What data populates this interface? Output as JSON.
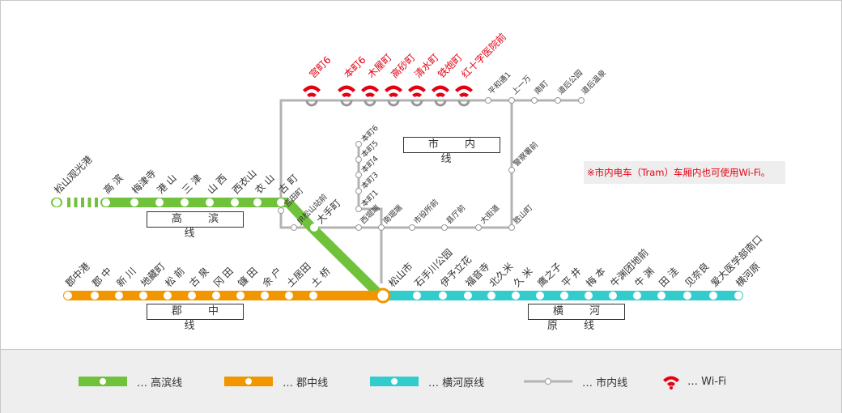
{
  "colors": {
    "takahama": "#71c23b",
    "gunchu": "#f29600",
    "yokogawara": "#33cccc",
    "tram": "#b3b3b3",
    "wifi": "#e50012",
    "text": "#333333"
  },
  "lines": {
    "takahama": {
      "label": "高 滨 线",
      "terminal": "松山观光港",
      "stations": [
        "高 滨",
        "梅津寺",
        "港 山",
        "三 津",
        "山 西",
        "西衣山",
        "衣 山",
        "古 町"
      ]
    },
    "gunchu": {
      "label": "郡 中 线",
      "stations": [
        "郡中港",
        "郡 中",
        "新 川",
        "地藏町",
        "松 前",
        "古 泉",
        "冈 田",
        "镰 田",
        "余 户",
        "土居田",
        "土 桥"
      ]
    },
    "yokogawara": {
      "label": "横 河 原 线",
      "hub": "松山市",
      "stations": [
        "石手川公园",
        "伊予立花",
        "福音寺",
        "北久米",
        "久 米",
        "鹰之子",
        "平 井",
        "梅 本",
        "牛渊团地前",
        "牛 渊",
        "田 洼",
        "见奈良",
        "爱大医学部南口",
        "横河原"
      ]
    },
    "tram": {
      "label": "市 内 线",
      "top_wifi_stations": [
        "宫町6",
        "本町6",
        "木屋町",
        "高砂町",
        "清水町",
        "铁炮町",
        "红十字医院前"
      ],
      "top_stations": [
        "平和通1",
        "上一万",
        "南町",
        "道后公园",
        "道后温泉"
      ],
      "branch_stations": [
        "本町6",
        "本町5",
        "本町4",
        "本町3",
        "本町1"
      ],
      "bottom_stations": [
        "宫田町",
        "JR松山站前",
        "大手町",
        "西堀端",
        "南堀端",
        "市役所前",
        "县厅前",
        "大街道",
        "胜山町"
      ],
      "east_stations": [
        "警察署前"
      ]
    }
  },
  "notice": "※市内电车（Tram）车厢内也可使用Wi-Fi。",
  "legend": [
    {
      "key": "takahama",
      "label": "… 高滨线"
    },
    {
      "key": "gunchu",
      "label": "… 郡中线"
    },
    {
      "key": "yokogawara",
      "label": "… 横河原线"
    },
    {
      "key": "tram",
      "label": "… 市内线"
    },
    {
      "key": "wifi",
      "label": "… Wi-Fi"
    }
  ]
}
